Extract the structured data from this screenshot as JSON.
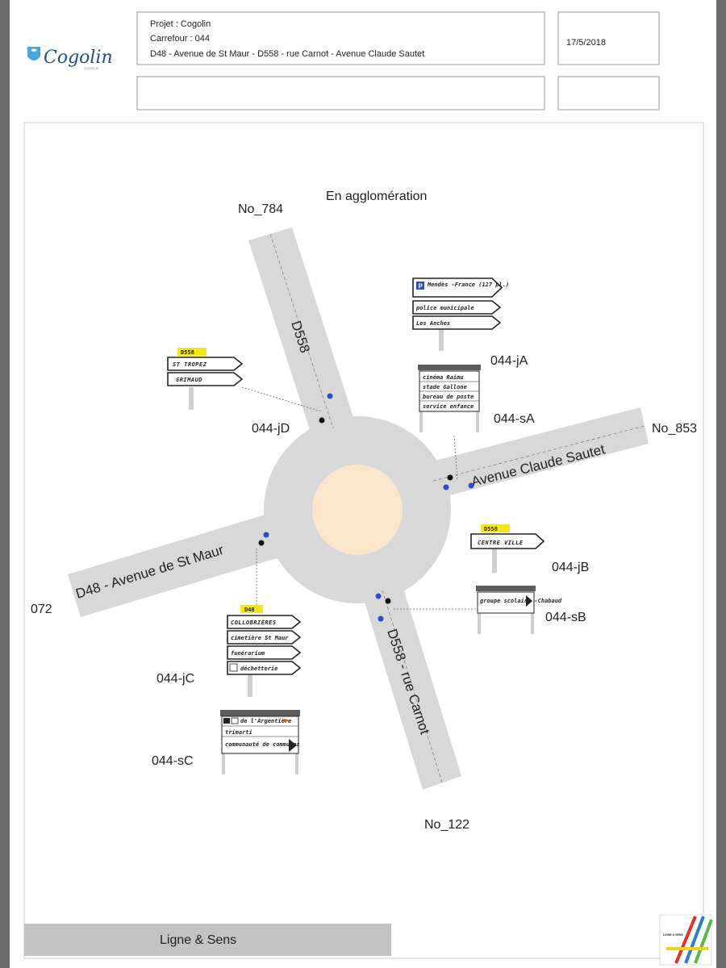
{
  "header": {
    "logo_text": "Cogolin",
    "logo_sub": "COGOLIN",
    "project": "Projet : Cogolin",
    "carrefour": "Carrefour : 044",
    "roads": "D48 - Avenue de St Maur - D558 - rue Carnot - Avenue Claude Sautet",
    "date": "17/5/2018"
  },
  "diagram": {
    "title": "En agglomération",
    "roads": {
      "north": "D558",
      "east": "Avenue Claude Sautet",
      "west": "D48 - Avenue de St Maur",
      "south": "D558 - rue Carnot"
    },
    "nodes": {
      "north": "No_784",
      "east": "No_853",
      "west": "072",
      "south": "No_122"
    },
    "ids": {
      "jA": "044-jA",
      "sA": "044-sA",
      "jB": "044-jB",
      "sB": "044-sB",
      "jC": "044-jC",
      "sC": "044-sC",
      "jD": "044-jD"
    },
    "signs": {
      "jA": [
        "Mendès -France (127 pl.)",
        "police municipale",
        "Les Anches"
      ],
      "jA_icon": "P",
      "sA": [
        "cinéma Raimu",
        "stade Gallone",
        "bureau de poste",
        "service enfance"
      ],
      "jB_route": "D558",
      "jB": [
        "CENTRE VILLE"
      ],
      "sB": [
        "groupe scolaire -Chabaud"
      ],
      "jC_route": "D48",
      "jC": [
        "COLLOBRIÈRES",
        "cimetière St Maur",
        "funérarium",
        "déchetterie"
      ],
      "sC": [
        "de l'Argentière",
        "trimarti",
        "communauté de communes"
      ],
      "jD_route": "D558",
      "jD": [
        "ST TROPEZ",
        "GRIMAUD"
      ]
    }
  },
  "footer": {
    "label": "Ligne & Sens",
    "brand": "LIGNE & SENS"
  },
  "colors": {
    "road": "#d8d8d8",
    "island": "#fbe5cc",
    "route_badge": "#f4e51c",
    "sign_header": "#5c5c5c",
    "dot_blue": "#2b4fbf",
    "dot_black": "#111111",
    "footer_bar": "#c3c3c3"
  }
}
